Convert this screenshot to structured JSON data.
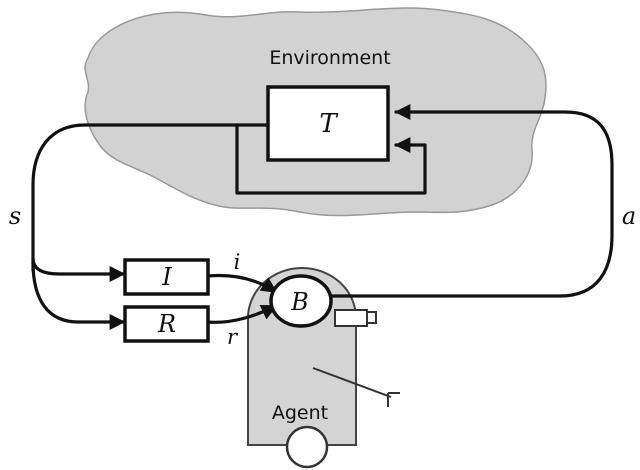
{
  "labels": {
    "environment": "Environment",
    "agent": "Agent",
    "transition": "T",
    "interpreter": "I",
    "reward": "R",
    "belief": "B",
    "state": "s",
    "action": "a",
    "observation": "i",
    "reward_signal": "r"
  },
  "colors": {
    "cloud_fill": "#d2d2d2",
    "agent_fill": "#d4d4d4",
    "stroke": "#111111"
  }
}
